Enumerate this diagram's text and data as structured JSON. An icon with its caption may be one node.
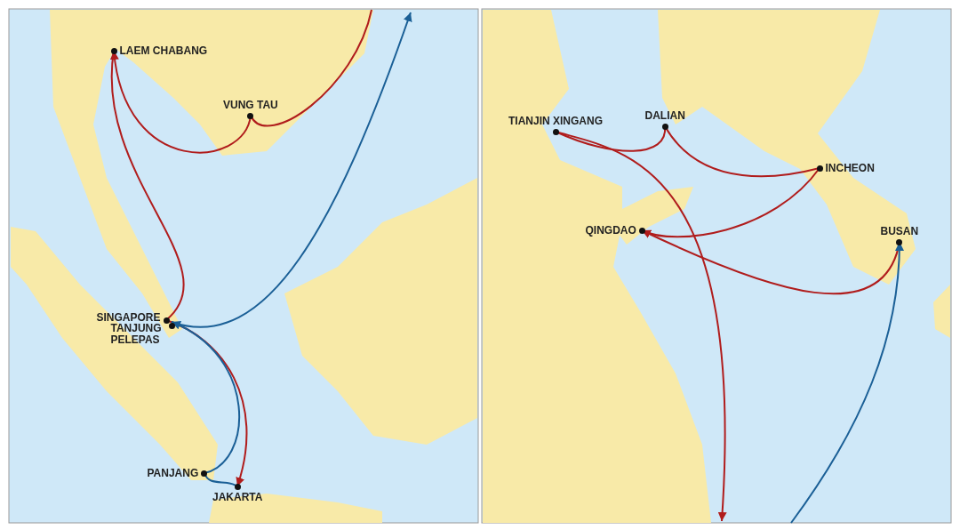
{
  "diagram": {
    "nodes": [
      {
        "text": [
          "LAEM CHABANG"
        ]
      },
      {
        "text": [
          "VUNG TAU"
        ]
      },
      {
        "text": [
          "SINGAPORE"
        ]
      },
      {
        "text": [
          "TANJUNG PELEPAS"
        ]
      },
      {
        "text": [
          "PANJANG"
        ]
      },
      {
        "text": [
          "JAKARTA"
        ]
      },
      {
        "text": [
          "TIANJIN XINGANG"
        ]
      },
      {
        "text": [
          "DALIAN"
        ]
      },
      {
        "text": [
          "INCHEON"
        ]
      },
      {
        "text": [
          "QINGDAO"
        ]
      },
      {
        "text": [
          "BUSAN"
        ]
      }
    ],
    "edges": [
      {
        "from": null,
        "to": 1,
        "arrow": "none"
      },
      {
        "from": 1,
        "to": 0,
        "arrow": "to"
      },
      {
        "from": 0,
        "to": 2,
        "arrow": "none"
      },
      {
        "from": 2,
        "to": 5,
        "arrow": "to"
      },
      {
        "from": 4,
        "to": 3,
        "arrow": "to",
        "color": "#1a5f96"
      },
      {
        "from": 4,
        "to": 5,
        "arrow": "none",
        "color": "#1a5f96"
      },
      {
        "from": 3,
        "to": null,
        "arrow": "to",
        "color": "#1a5f96"
      },
      {
        "from": 6,
        "to": 7,
        "arrow": "none"
      },
      {
        "from": 6,
        "to": null,
        "arrow": "to"
      },
      {
        "from": 7,
        "to": 8,
        "arrow": "none"
      },
      {
        "from": 8,
        "to": 9,
        "arrow": "none"
      },
      {
        "from": 10,
        "to": 9,
        "arrow": "to"
      },
      {
        "from": null,
        "to": 10,
        "arrow": "to",
        "color": "#1a5f96"
      }
    ]
  }
}
